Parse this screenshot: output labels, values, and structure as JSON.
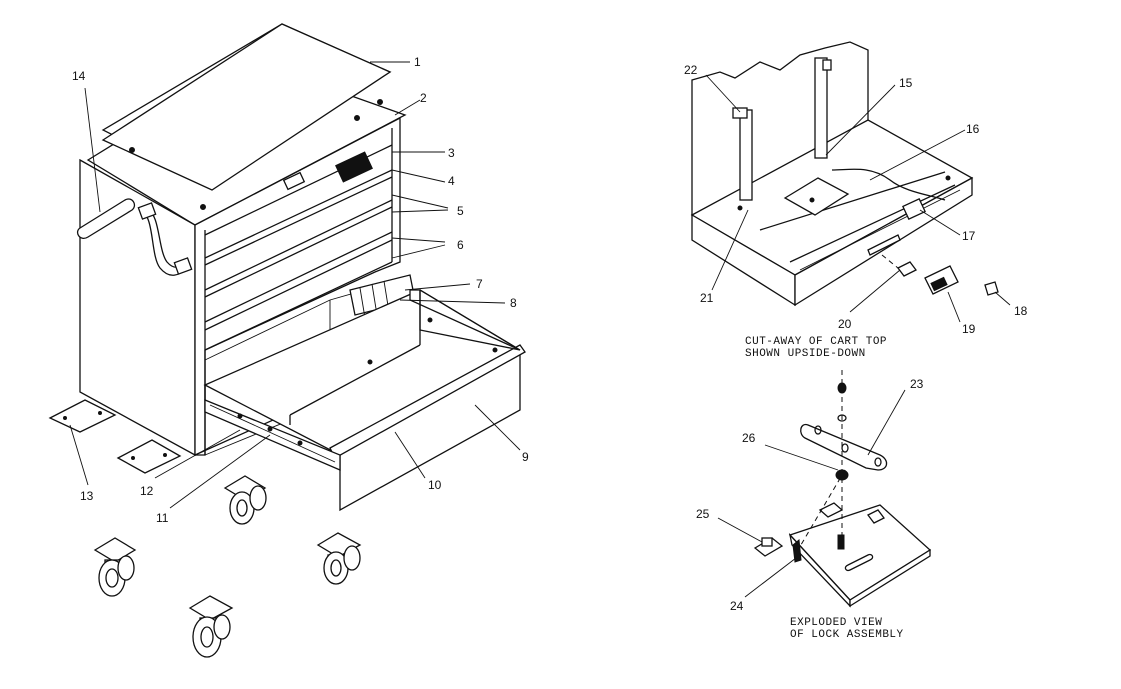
{
  "callouts": [
    "1",
    "2",
    "3",
    "4",
    "5",
    "6",
    "7",
    "8",
    "9",
    "10",
    "11",
    "12",
    "13",
    "14",
    "15",
    "16",
    "17",
    "18",
    "19",
    "20",
    "21",
    "22",
    "23",
    "24",
    "25",
    "26"
  ],
  "captions": {
    "cutaway_line1": "CUT-AWAY OF CART TOP",
    "cutaway_line2": "SHOWN UPSIDE-DOWN",
    "lock_line1": "EXPLODED VIEW",
    "lock_line2": "OF LOCK ASSEMBLY"
  }
}
